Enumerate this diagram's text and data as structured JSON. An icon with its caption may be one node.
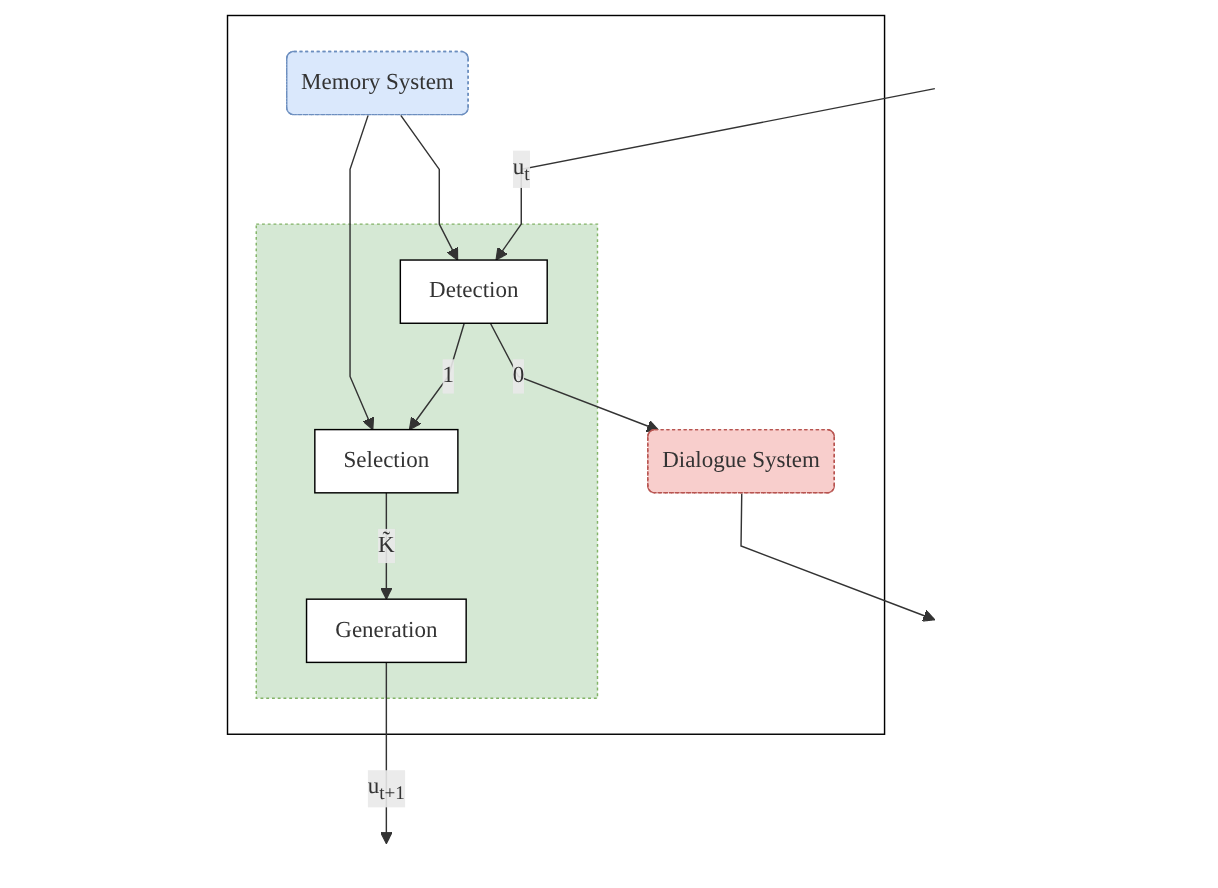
{
  "diagram": {
    "nodes": [
      {
        "text": [],
        "shape": "box"
      },
      {
        "text": [],
        "shape": "box",
        "in": 0
      },
      {
        "text": [
          "Detection"
        ],
        "in": 1
      },
      {
        "text": [
          "Selection"
        ],
        "in": 1
      },
      {
        "text": [
          "Generation"
        ],
        "in": 1
      },
      {
        "text": [
          "Dialogue System"
        ],
        "in": 0
      },
      {
        "text": [
          "Memory System"
        ],
        "in": 0
      }
    ],
    "edges": [
      {
        "from": null,
        "to": 2,
        "arrow": "to",
        "label": "u$_{t}$"
      },
      {
        "from": 2,
        "to": 5,
        "arrow": "to",
        "label": "0"
      },
      {
        "from": 2,
        "to": 3,
        "arrow": "to",
        "label": "1"
      },
      {
        "from": 6,
        "to": 2,
        "arrow": "to"
      },
      {
        "from": 6,
        "to": 3,
        "arrow": "to"
      },
      {
        "from": 3,
        "to": 4,
        "arrow": "to",
        "label": "K̃"
      },
      {
        "from": 4,
        "to": null,
        "arrow": "to",
        "label": "u$_{t+1}$"
      },
      {
        "from": 5,
        "to": null,
        "arrow": "to"
      }
    ]
  }
}
